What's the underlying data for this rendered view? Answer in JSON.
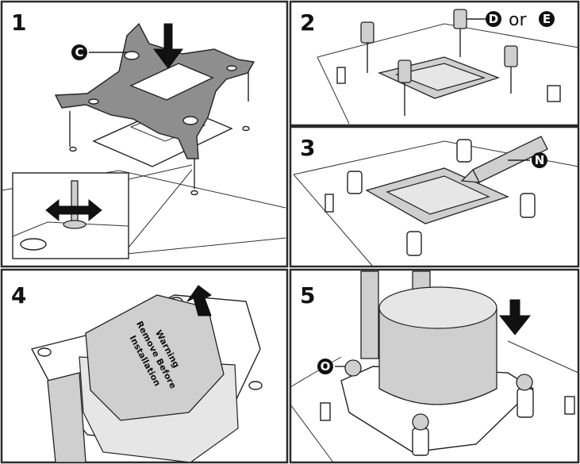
{
  "panels": [
    {
      "step": "1",
      "callout": "C"
    },
    {
      "step": "2",
      "callout_d": "D",
      "or_text": "or",
      "callout_e": "E"
    },
    {
      "step": "3",
      "callout": "N"
    },
    {
      "step": "4",
      "warning_lines": [
        "Warning",
        "Remove Before",
        "Installation"
      ]
    },
    {
      "step": "5",
      "callout": "O"
    }
  ]
}
